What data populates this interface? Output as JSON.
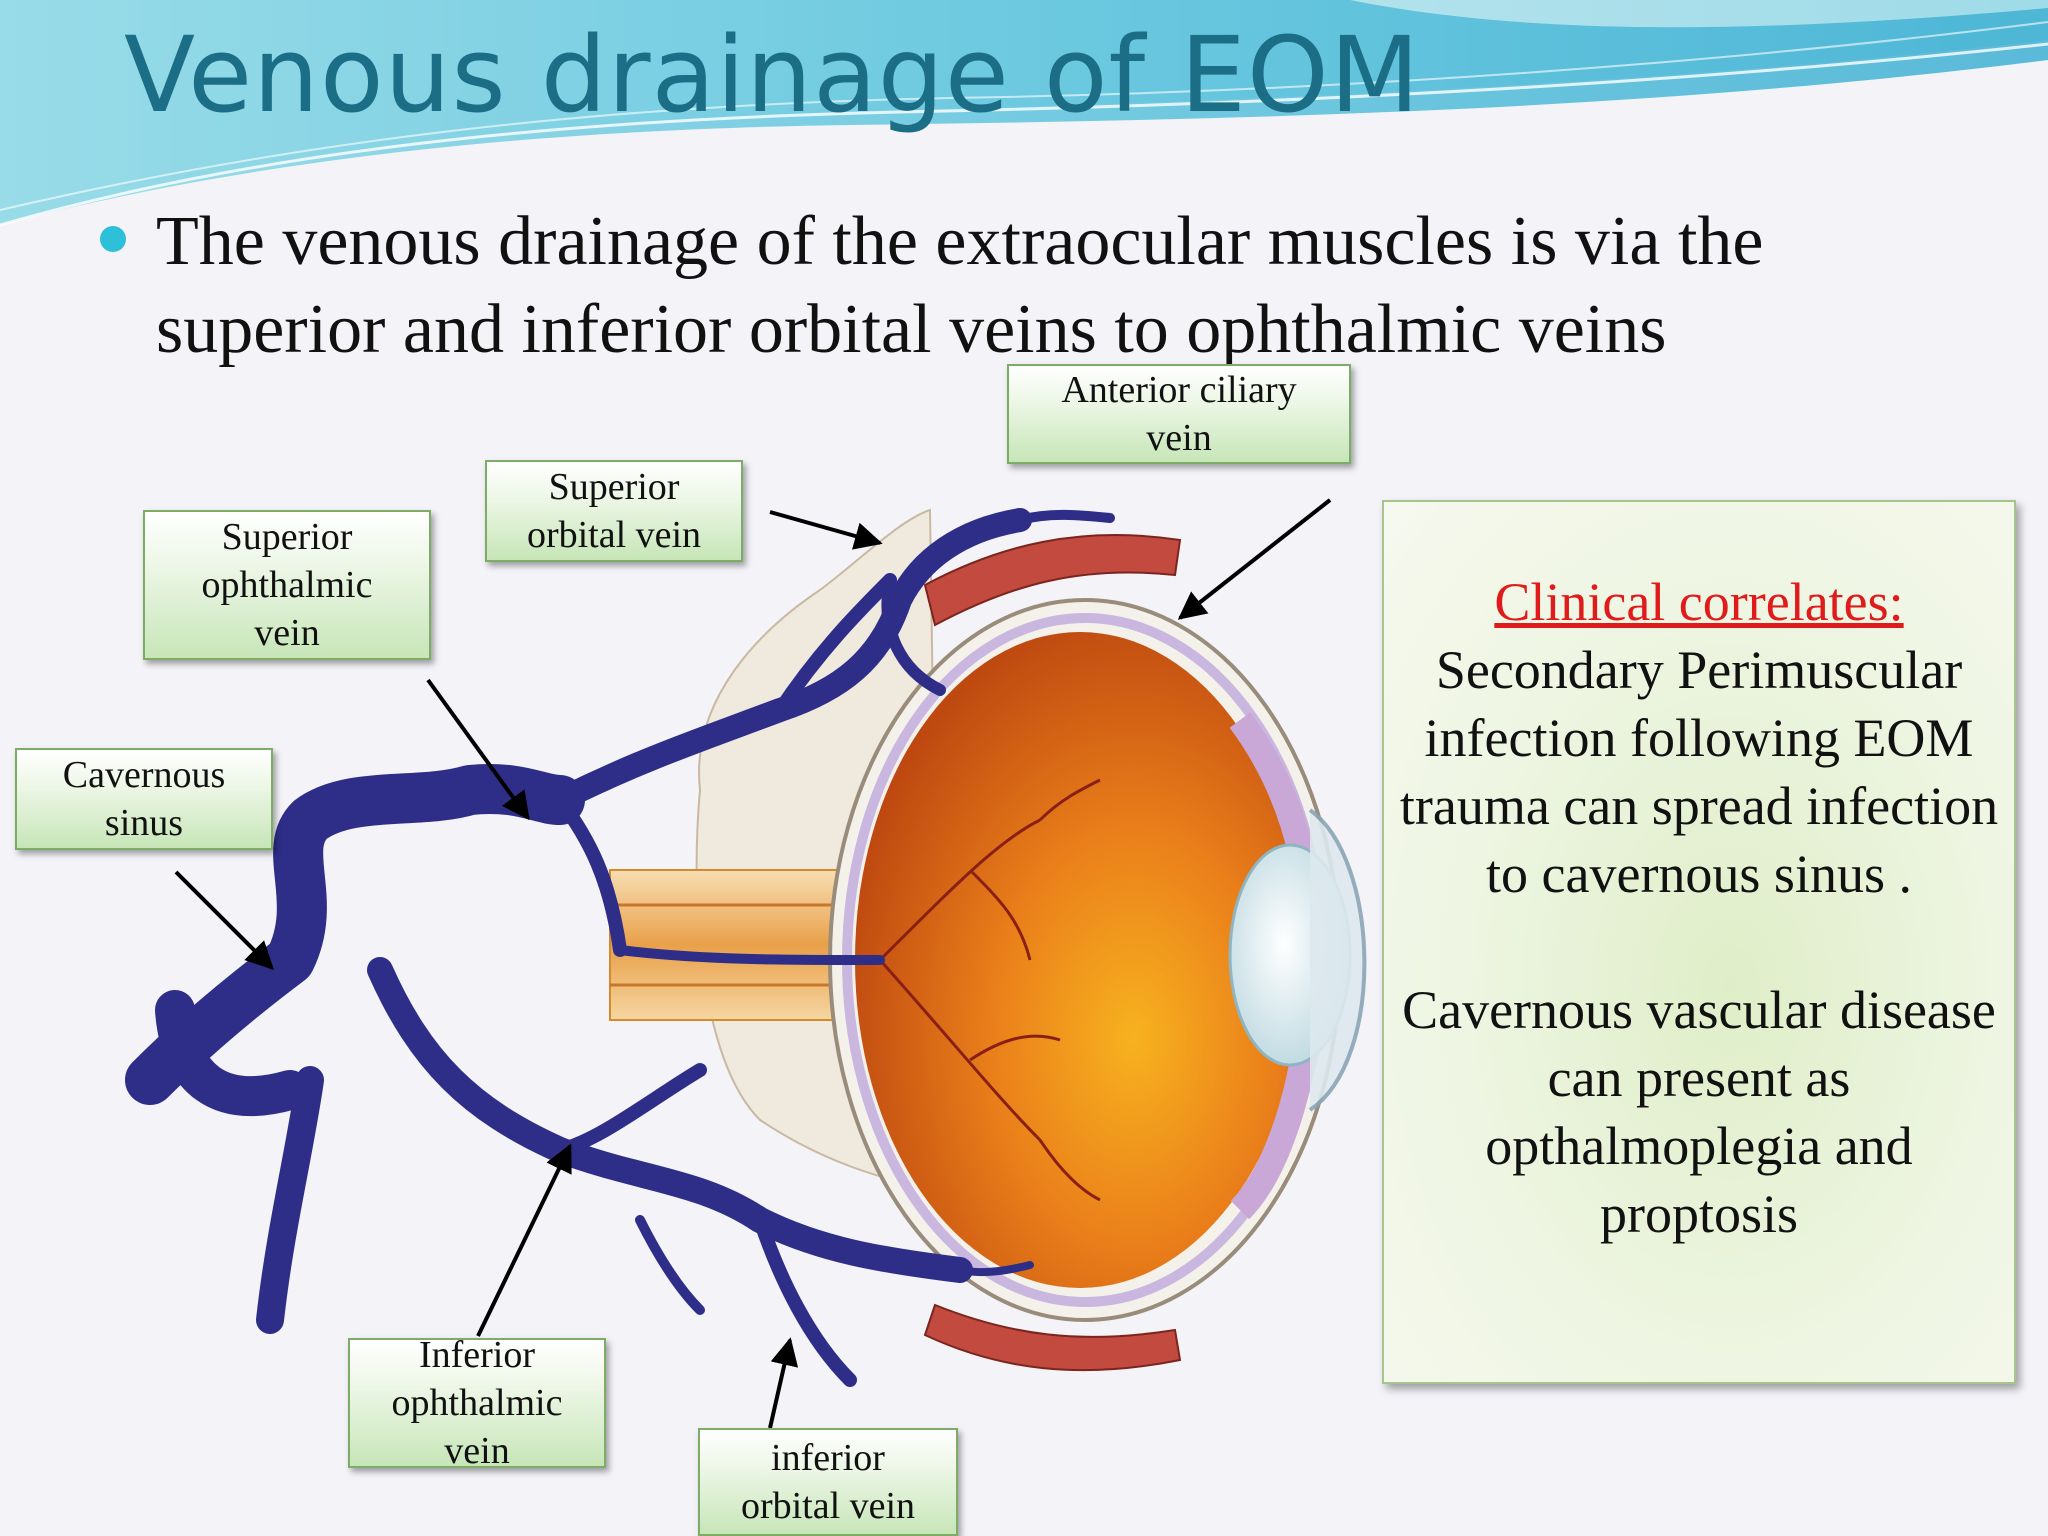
{
  "slide": {
    "title": "Venous drainage of EOM",
    "bullet": "The venous drainage of the extraocular muscles is via the superior and inferior orbital veins to ophthalmic veins"
  },
  "labels": {
    "anterior_ciliary": "Anterior ciliary\nvein",
    "superior_orbital": "Superior\norbital vein",
    "superior_ophthalmic": "Superior\nophthalmic\nvein",
    "cavernous_sinus": "Cavernous\nsinus",
    "inferior_ophthalmic": "Inferior\nophthalmic\nvein",
    "inferior_orbital": "inferior\norbital vein"
  },
  "callout": {
    "heading": "Clinical correlates:",
    "body": "Secondary Perimuscular infection following EOM trauma can spread infection to cavernous sinus .",
    "body2": "Cavernous vascular disease can present as opthalmoplegia and proptosis"
  },
  "colors": {
    "title": "#1b6e86",
    "bullet": "#2fc0d9",
    "vein": "#2e2e88",
    "heading_red": "#e01b1b",
    "label_border": "#7dab68"
  }
}
